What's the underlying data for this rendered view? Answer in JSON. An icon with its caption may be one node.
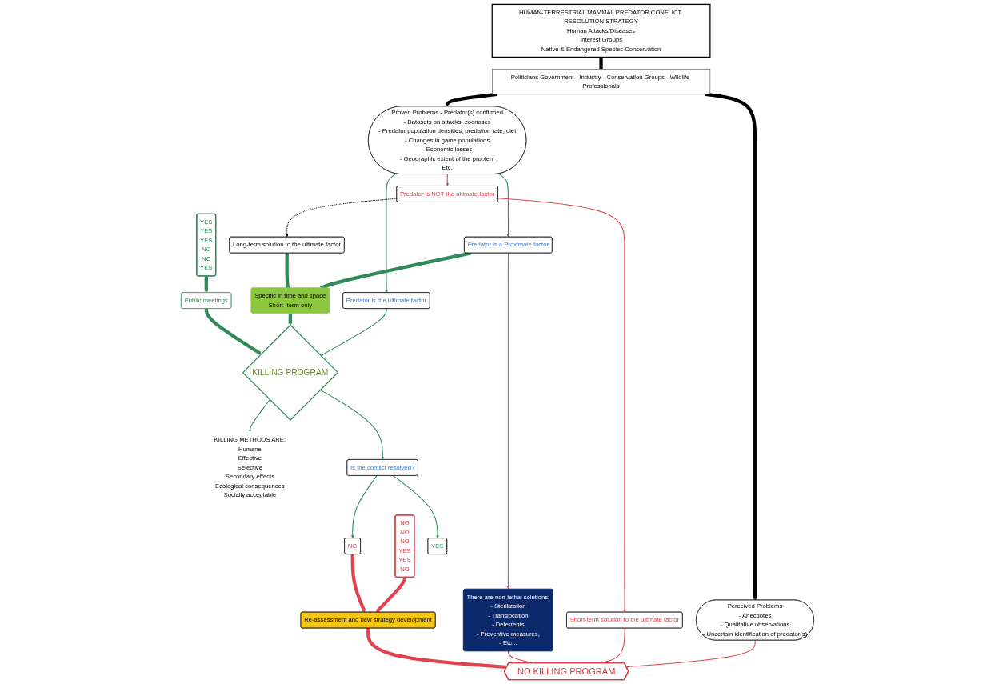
{
  "diagram": {
    "nodes": [
      {
        "text": [
          "HUMAN-TERRESTRIAL MAMMAL PREDATOR CONFLICT RESOLUTION STRATEGY",
          "Human Attacks/Diseases",
          "Interest Groups",
          "Native & Endangered Species Conservation"
        ]
      },
      {
        "text": [
          "Politicians Government - Industry - Conservation Groups - Wildlife Professionals"
        ]
      },
      {
        "text": [
          "Perceived Problems",
          "- Anecdotes",
          "- Qualitative observations",
          "- Uncertain identification of predator(s)"
        ]
      },
      {
        "text": [
          "Proven Problems - Predator(s) confirmed",
          "- Datasets on attacks, zoonoses",
          "- Predator population densities, predation rate, diet",
          "- Changes in game populations",
          "- Economic losses",
          "- Geographic extent of the problem",
          "Etc."
        ]
      },
      {
        "text": [
          "Predator is NOT the ultimate factor"
        ]
      },
      {
        "text": [
          "There are non-lethal solutions:",
          "- Sterilization",
          "- Translocation",
          "- Deterrents",
          "- Preventive measures,",
          "- Etc..."
        ]
      },
      {
        "text": [
          "Predator is a Proximate factor"
        ]
      },
      {
        "text": [
          "Predator is the ultimate factor"
        ]
      },
      {
        "text": [
          "Short-term solution to the ultimate factor"
        ]
      },
      {
        "text": [
          "Long-term solution to the ultimate factor"
        ]
      },
      {
        "text": [
          "NO KILLING PROGRAM"
        ]
      },
      {
        "text": [
          "Specific in time and space",
          "Short -term only"
        ]
      },
      {
        "text": [
          "KILLING PROGRAM"
        ]
      },
      {
        "text": [
          "KILLING METHODS ARE:",
          "Humane",
          "Effective",
          "Selective",
          "Secondary effects",
          "Ecological consequences",
          "Socially acceptable"
        ]
      },
      {
        "text": [
          "NO",
          "NO",
          "NO",
          "YES",
          "YES",
          "NO"
        ]
      },
      {
        "text": [
          "YES",
          "YES",
          "YES",
          "NO",
          "NO",
          "YES"
        ]
      },
      {
        "text": [
          "Public meetings"
        ]
      },
      {
        "text": [
          "Is the conflict resolved?"
        ]
      },
      {
        "text": [
          "NO"
        ]
      },
      {
        "text": [
          "YES"
        ]
      },
      {
        "text": [
          "Re-assessment and new strategy development"
        ]
      }
    ],
    "edges": [
      {
        "from": 0,
        "to": 1,
        "arrow": "none",
        "style": "thick",
        "color": "#000000"
      },
      {
        "from": 1,
        "to": 2,
        "arrow": "to",
        "style": "thick",
        "color": "#000000"
      },
      {
        "from": 1,
        "to": 3,
        "arrow": "to",
        "style": "thick",
        "color": "#000000"
      },
      {
        "from": 2,
        "to": 10,
        "arrow": "to",
        "color": "#e0434f"
      },
      {
        "from": 3,
        "to": 4,
        "arrow": "to",
        "color": "#e0434f"
      },
      {
        "from": 3,
        "to": 6,
        "arrow": "to"
      },
      {
        "from": 3,
        "to": 7,
        "arrow": "to"
      },
      {
        "from": 6,
        "to": 5,
        "arrow": "to",
        "color": "#e0434f"
      },
      {
        "from": 4,
        "to": 8,
        "arrow": "to",
        "color": "#e0434f"
      },
      {
        "from": 4,
        "to": 9,
        "arrow": "to",
        "style": "dashed",
        "color": "#000000"
      },
      {
        "from": 8,
        "to": 10,
        "arrow": "to",
        "color": "#e0434f"
      },
      {
        "from": 5,
        "to": 10,
        "arrow": "to",
        "color": "#e0434f"
      },
      {
        "from": 7,
        "to": 12,
        "arrow": "to"
      },
      {
        "from": 6,
        "to": 11,
        "arrow": "none",
        "style": "thick"
      },
      {
        "from": 9,
        "to": 11,
        "arrow": "none",
        "style": "thick"
      },
      {
        "from": 11,
        "to": 12,
        "arrow": "to",
        "style": "thick"
      },
      {
        "from": 12,
        "to": 13,
        "arrow": "to"
      },
      {
        "from": 15,
        "to": 16,
        "arrow": "to",
        "style": "thick"
      },
      {
        "from": 16,
        "to": 12,
        "arrow": "to",
        "style": "thick"
      },
      {
        "from": 12,
        "to": 17,
        "arrow": "to"
      },
      {
        "from": 17,
        "to": 18,
        "arrow": "to"
      },
      {
        "from": 17,
        "to": 19,
        "arrow": "to"
      },
      {
        "from": 14,
        "to": 20,
        "arrow": "to",
        "style": "thick",
        "color": "#e0434f"
      },
      {
        "from": 18,
        "to": 20,
        "arrow": "to",
        "style": "thick",
        "color": "#e0434f"
      },
      {
        "from": 20,
        "to": 10,
        "arrow": "to",
        "style": "thick",
        "color": "#e0434f"
      }
    ]
  }
}
